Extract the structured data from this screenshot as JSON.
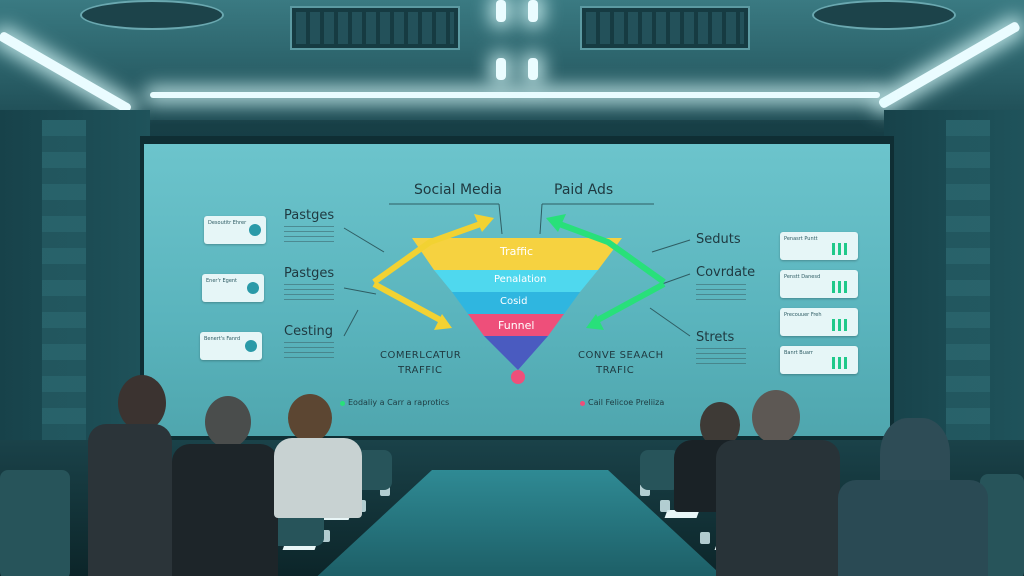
{
  "screen": {
    "top_labels": {
      "left": "Social Media",
      "right": "Paid Ads"
    },
    "funnel_stages": [
      "Traffic",
      "Penalation",
      "Cosid",
      "Funnel"
    ],
    "left_labels": [
      "Pastges",
      "Pastges",
      "Cesting"
    ],
    "right_labels": [
      "Seduts",
      "Covrdate",
      "Strets"
    ],
    "bottom_left": {
      "line1": "COMERLCATUR",
      "line2": "TRAFFIC"
    },
    "bottom_right": {
      "line1": "CONVE SEAACH",
      "line2": "TRAFIC"
    },
    "legend_left": "Eodaliy a Carr a raprotics",
    "legend_right": "Cail Felicoe  Preliiza",
    "card_labels_left": [
      "Desoutitr Ehrer",
      "Ener'r Egent",
      "Benert's Fanrd"
    ],
    "card_labels_right": [
      "Penasrt Puntt",
      "Penstt Danesd",
      "Precouuer Freh",
      "Banrt Buarr"
    ],
    "colors": {
      "funnel_top": "#f6d240",
      "funnel_stage2": "#4fd8ee",
      "funnel_stage3": "#2fb6e0",
      "funnel_stage4": "#ee4f7a",
      "funnel_tip": "#4a5bc0",
      "arrow_yellow": "#f2d232",
      "arrow_green": "#28e07a",
      "screen_bg": "#5ab4bd"
    }
  }
}
